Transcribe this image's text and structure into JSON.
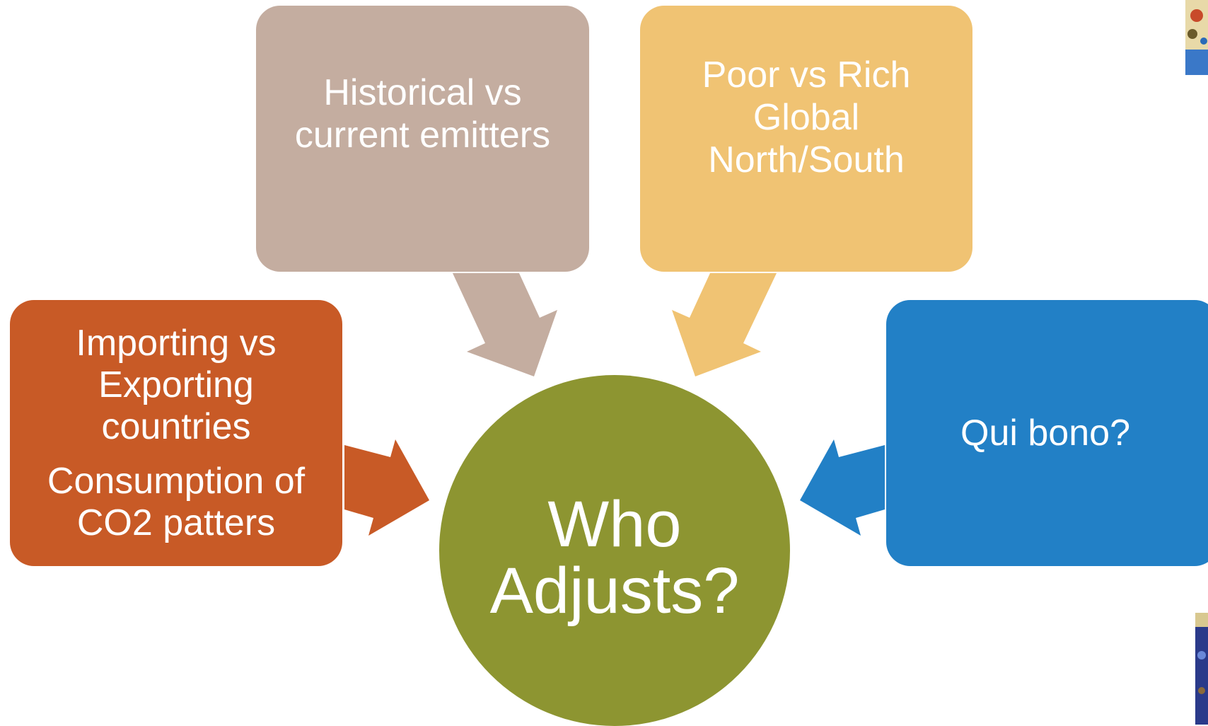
{
  "diagram": {
    "center": {
      "line1": "Who",
      "line2": "Adjusts?"
    },
    "boxes": {
      "historical": {
        "line1": "Historical vs",
        "line2": "current emitters"
      },
      "poor_rich": {
        "line1": "Poor vs Rich",
        "line2": "Global",
        "line3": "North/South"
      },
      "importing": {
        "line1": "Importing vs",
        "line2": "Exporting",
        "line3": "countries",
        "line4": "Consumption of",
        "line5": "CO2 patters"
      },
      "qui_bono": {
        "line1": "Qui bono?"
      }
    }
  },
  "colors": {
    "historical": "#c4ada0",
    "poor_rich": "#f0c373",
    "importing": "#c85a26",
    "qui_bono": "#2280c6",
    "center": "#8d9531"
  }
}
